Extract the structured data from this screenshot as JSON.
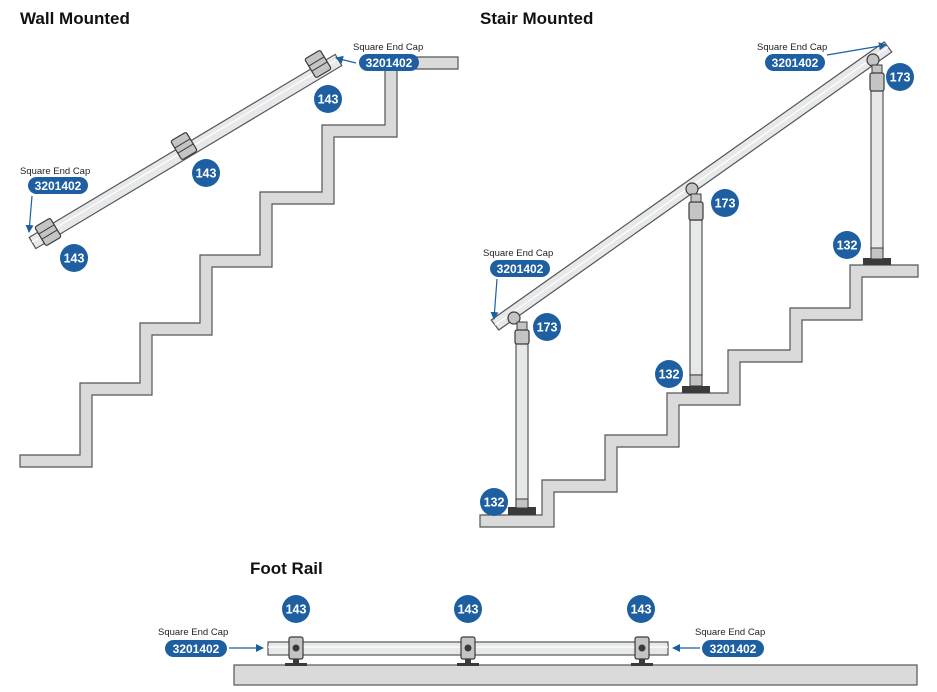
{
  "sections": {
    "wall": {
      "title": "Wall Mounted"
    },
    "stair": {
      "title": "Stair Mounted"
    },
    "foot": {
      "title": "Foot Rail"
    }
  },
  "labels": {
    "end_cap_text": "Square End Cap",
    "end_cap_part": "3201402",
    "bracket_part": "143",
    "swivel_part": "173",
    "base_flange_part": "132"
  },
  "colors": {
    "callout_blue": "#1d5fa0",
    "stair_fill": "#dadada",
    "stair_stroke": "#555555",
    "rail_fill": "#e7e8ea",
    "fitting_fill": "#c4c4c4",
    "fitting_stroke": "#3a3a3a"
  }
}
